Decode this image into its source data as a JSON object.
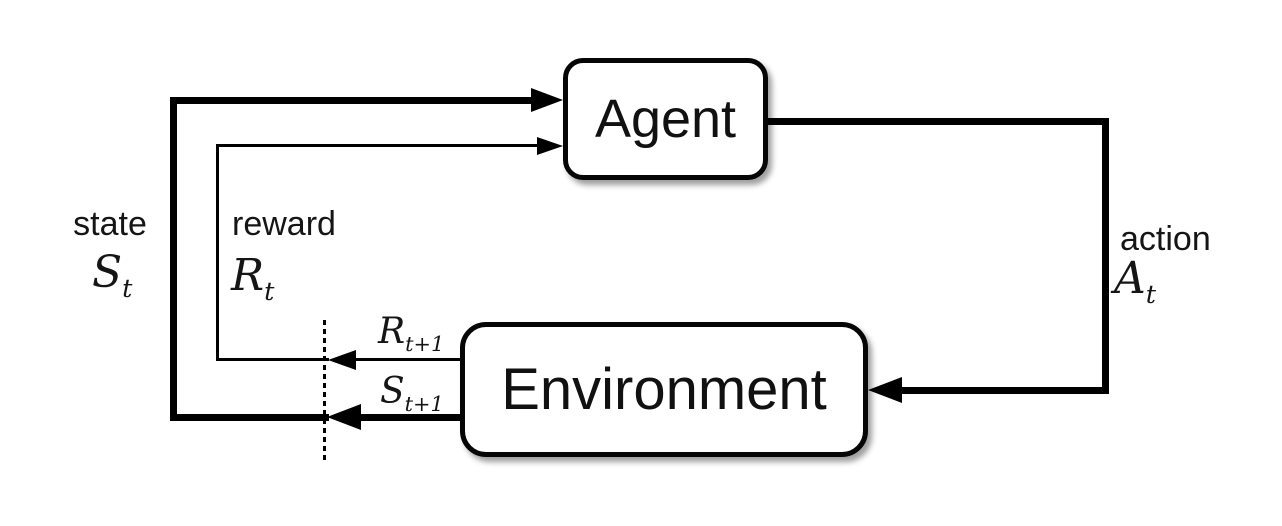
{
  "diagram": {
    "nodes": {
      "agent": {
        "label": "Agent"
      },
      "environment": {
        "label": "Environment"
      }
    },
    "edges": {
      "state": {
        "word": "state",
        "symbol": "S",
        "subscript": "t"
      },
      "reward": {
        "word": "reward",
        "symbol": "R",
        "subscript": "t"
      },
      "action": {
        "word": "action",
        "symbol": "A",
        "subscript": "t"
      },
      "next_reward": {
        "symbol": "R",
        "subscript": "t+1"
      },
      "next_state": {
        "symbol": "S",
        "subscript": "t+1"
      }
    },
    "colors": {
      "line": "#000000",
      "box_border": "#060606",
      "box_fill": "#ffffff",
      "background": "#ffffff",
      "text": "#151515"
    }
  }
}
